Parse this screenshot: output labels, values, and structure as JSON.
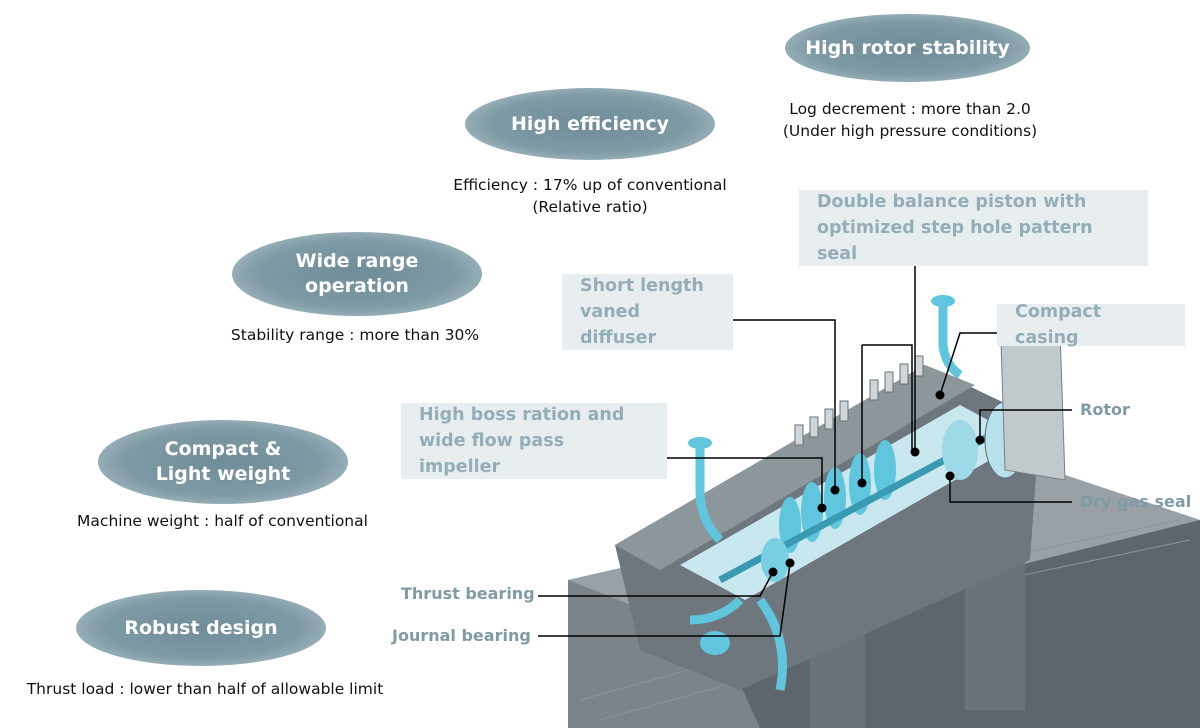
{
  "features": [
    {
      "id": "rotor-stability",
      "title": "High rotor stability",
      "desc": "Log decrement : more than 2.0\n(Under high pressure conditions)"
    },
    {
      "id": "efficiency",
      "title": "High efficiency",
      "desc": "Efficiency : 17% up of conventional\n(Relative ratio)"
    },
    {
      "id": "wide-range",
      "title": "Wide range\noperation",
      "desc": "Stability range : more than 30%"
    },
    {
      "id": "compact-light",
      "title": "Compact &\nLight weight",
      "desc": "Machine weight : half of conventional"
    },
    {
      "id": "robust",
      "title": "Robust design",
      "desc": "Thrust load : lower than half of allowable limit"
    }
  ],
  "callouts": {
    "balance_piston": "Double balance piston with\noptimized step hole pattern seal",
    "vaned_diffuser": "Short length\nvaned diffuser",
    "compact_casing": "Compact casing",
    "impeller": "High boss ration and\nwide flow pass impeller",
    "rotor": "Rotor",
    "dry_gas_seal": "Dry gas seal",
    "thrust_bearing": "Thrust bearing",
    "journal_bearing": "Journal bearing"
  }
}
